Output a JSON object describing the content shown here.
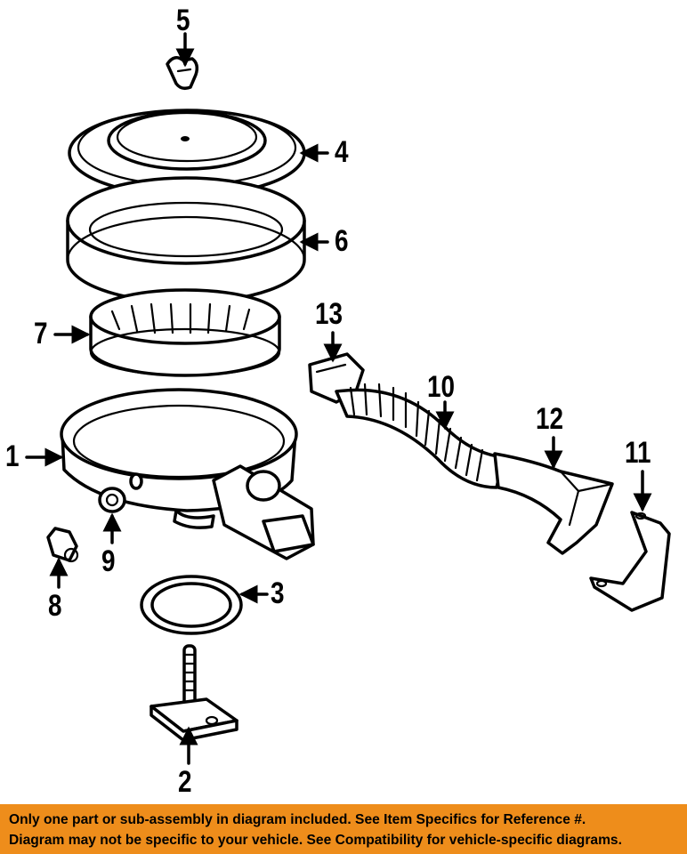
{
  "callouts": {
    "c1": "1",
    "c2": "2",
    "c3": "3",
    "c4": "4",
    "c5": "5",
    "c6": "6",
    "c7": "7",
    "c8": "8",
    "c9": "9",
    "c10": "10",
    "c11": "11",
    "c12": "12",
    "c13": "13"
  },
  "banner": {
    "line1": "Only one part or sub-assembly in diagram included. See Item Specifics for Reference #.",
    "line2": "Diagram may not be specific to your vehicle. See Compatibility for vehicle-specific diagrams."
  },
  "colors": {
    "banner_bg": "#ee8d1b",
    "ink": "#000000",
    "paper": "#ffffff"
  }
}
